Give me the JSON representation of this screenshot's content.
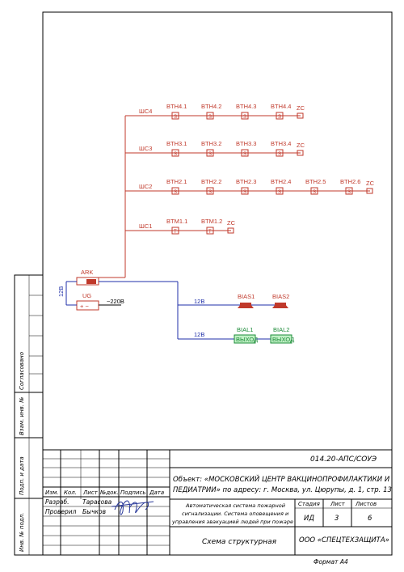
{
  "diagram": {
    "loops": [
      {
        "label": "ШС4",
        "devices": [
          "BTH4.1",
          "BTH4.2",
          "BTH4.3",
          "BTH4.4"
        ],
        "end": "ZC",
        "symbol": "S"
      },
      {
        "label": "ШС3",
        "devices": [
          "BTH3.1",
          "BTH3.2",
          "BTH3.3",
          "BTH3.4"
        ],
        "end": "ZC",
        "symbol": "S"
      },
      {
        "label": "ШС2",
        "devices": [
          "BTH2.1",
          "BTH2.2",
          "BTH2.3",
          "BTH2.4",
          "BTH2.5",
          "BTH2.6"
        ],
        "end": "ZC",
        "symbol": "S"
      },
      {
        "label": "ШС1",
        "devices": [
          "BTM1.1",
          "BTM1.2"
        ],
        "end": "ZC",
        "symbol": "T"
      }
    ],
    "ark_label": "ARK",
    "ug_label": "UG",
    "ug_symbol": "+ −",
    "mains_label": "~220В",
    "bus_12v_left": "12В",
    "bus_12v_upper": "12В",
    "bus_12v_lower": "12В",
    "sirens": [
      "BIAS1",
      "BIAS2"
    ],
    "exit_boards": [
      {
        "name": "BIAL1",
        "text": "ВЫХОД"
      },
      {
        "name": "BIAL2",
        "text": "ВЫХОД"
      }
    ]
  },
  "side_stamp": {
    "agreed": "Согласовано",
    "inv_no_vzam": "Взам. инв. №",
    "sign_date": "Подп. и дата",
    "inv_no_orig": "Инв. № подл."
  },
  "title_block": {
    "code": "014.20-АПС/СОУЭ",
    "object": "Объект: «МОСКОВСКИЙ ЦЕНТР ВАКЦИНОПРОФИЛАКТИКИ И ПЕДИАТРИИ» по адресу: г. Москва, ул. Цюрупы, д. 1, стр. 13",
    "object_line1": "Объект: «МОСКОВСКИЙ ЦЕНТР ВАКЦИНОПРОФИЛАКТИКИ И",
    "object_line2": "ПЕДИАТРИИ» по адресу: г. Москва, ул. Цюрупы, д. 1, стр. 13",
    "headers": [
      "Изм.",
      "Кол.",
      "Лист",
      "№док.",
      "Подпись",
      "Дата"
    ],
    "developer_role": "Разраб.",
    "developer_name": "Тарасова",
    "checker_role": "Проверил",
    "checker_name": "Бычков",
    "system_line1": "Автоматическая система пожарной",
    "system_line2": "сигнализации. Система оповещения и",
    "system_line3": "управления эвакуацией людей при пожаре",
    "stage_header": "Стадия",
    "sheet_header": "Лист",
    "sheets_header": "Листов",
    "stage": "ИД",
    "sheet": "3",
    "sheets": "6",
    "drawing_title": "Схема структурная",
    "company": "ООО «СПЕЦТЕХЗАЩИТА»",
    "format": "Формат А4"
  },
  "colors": {
    "fire_loop": "#c0392b",
    "power": "#1f2fa8",
    "exit_sign": "#1e8c3a"
  }
}
